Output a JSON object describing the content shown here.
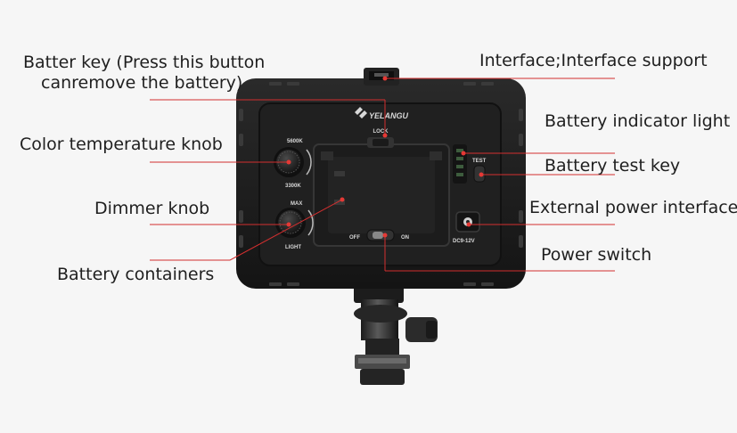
{
  "labels": {
    "batter_key_line1": "Batter key (Press this button",
    "batter_key_line2": "canremove the battery)",
    "color_temp_knob": "Color temperature knob",
    "dimmer_knob": "Dimmer knob",
    "battery_containers": "Battery containers",
    "interface": "Interface;Interface support",
    "battery_indicator": "Battery indicator light",
    "battery_test_key": "Battery test key",
    "external_power": "External power interface",
    "power_switch": "Power switch"
  },
  "device": {
    "brand": "YELANGU",
    "lock": "LOCK",
    "temp_high": "5600K",
    "temp_low": "3300K",
    "max": "MAX",
    "light": "LIGHT",
    "test": "TEST",
    "off": "OFF",
    "on": "ON",
    "dc_label": "DC9-12V"
  },
  "colors": {
    "callout_line": "#d32f2f",
    "callout_dot": "#e53935",
    "panel": "#1b1b1b",
    "panel_inner": "#252525",
    "background": "#f6f6f6"
  }
}
